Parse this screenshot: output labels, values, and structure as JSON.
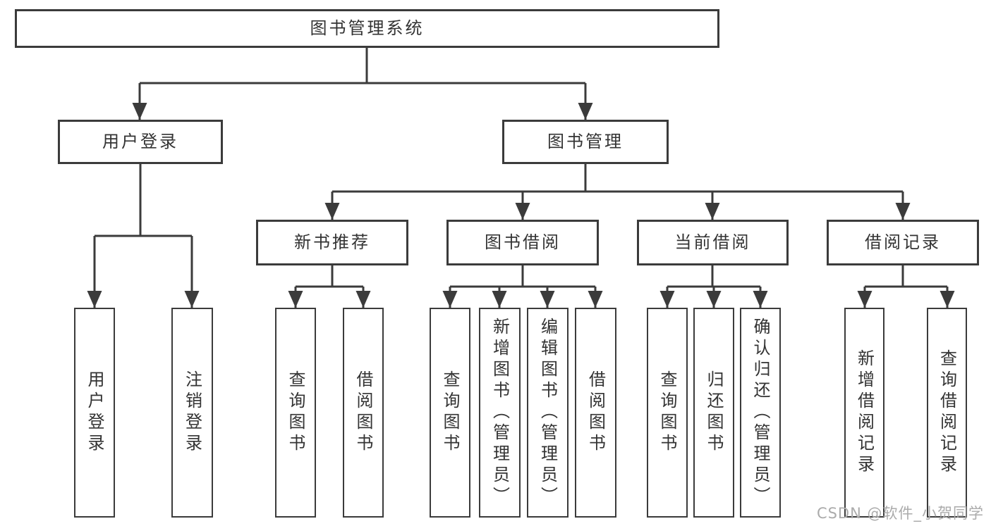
{
  "diagram": {
    "root": {
      "label": "图书管理系统"
    },
    "branches": [
      {
        "label": "用户登录"
      },
      {
        "label": "图书管理"
      }
    ],
    "modules": [
      {
        "label": "新书推荐"
      },
      {
        "label": "图书借阅"
      },
      {
        "label": "当前借阅"
      },
      {
        "label": "借阅记录"
      }
    ],
    "leaves": [
      {
        "label": "用户登录"
      },
      {
        "label": "注销登录"
      },
      {
        "label": "查询图书"
      },
      {
        "label": "借阅图书"
      },
      {
        "label": "查询图书"
      },
      {
        "label": "新增图书（管理员）"
      },
      {
        "label": "编辑图书（管理员）"
      },
      {
        "label": "借阅图书"
      },
      {
        "label": "查询图书"
      },
      {
        "label": "归还图书"
      },
      {
        "label": "确认归还（管理员）"
      },
      {
        "label": "新增借阅记录"
      },
      {
        "label": "查询借阅记录"
      }
    ]
  },
  "watermark": {
    "text": "CSDN @软件_小贺同学"
  },
  "colors": {
    "line": "#3b3b3b",
    "text": "#333333",
    "watermark": "#ababab",
    "background": "#ffffff"
  }
}
